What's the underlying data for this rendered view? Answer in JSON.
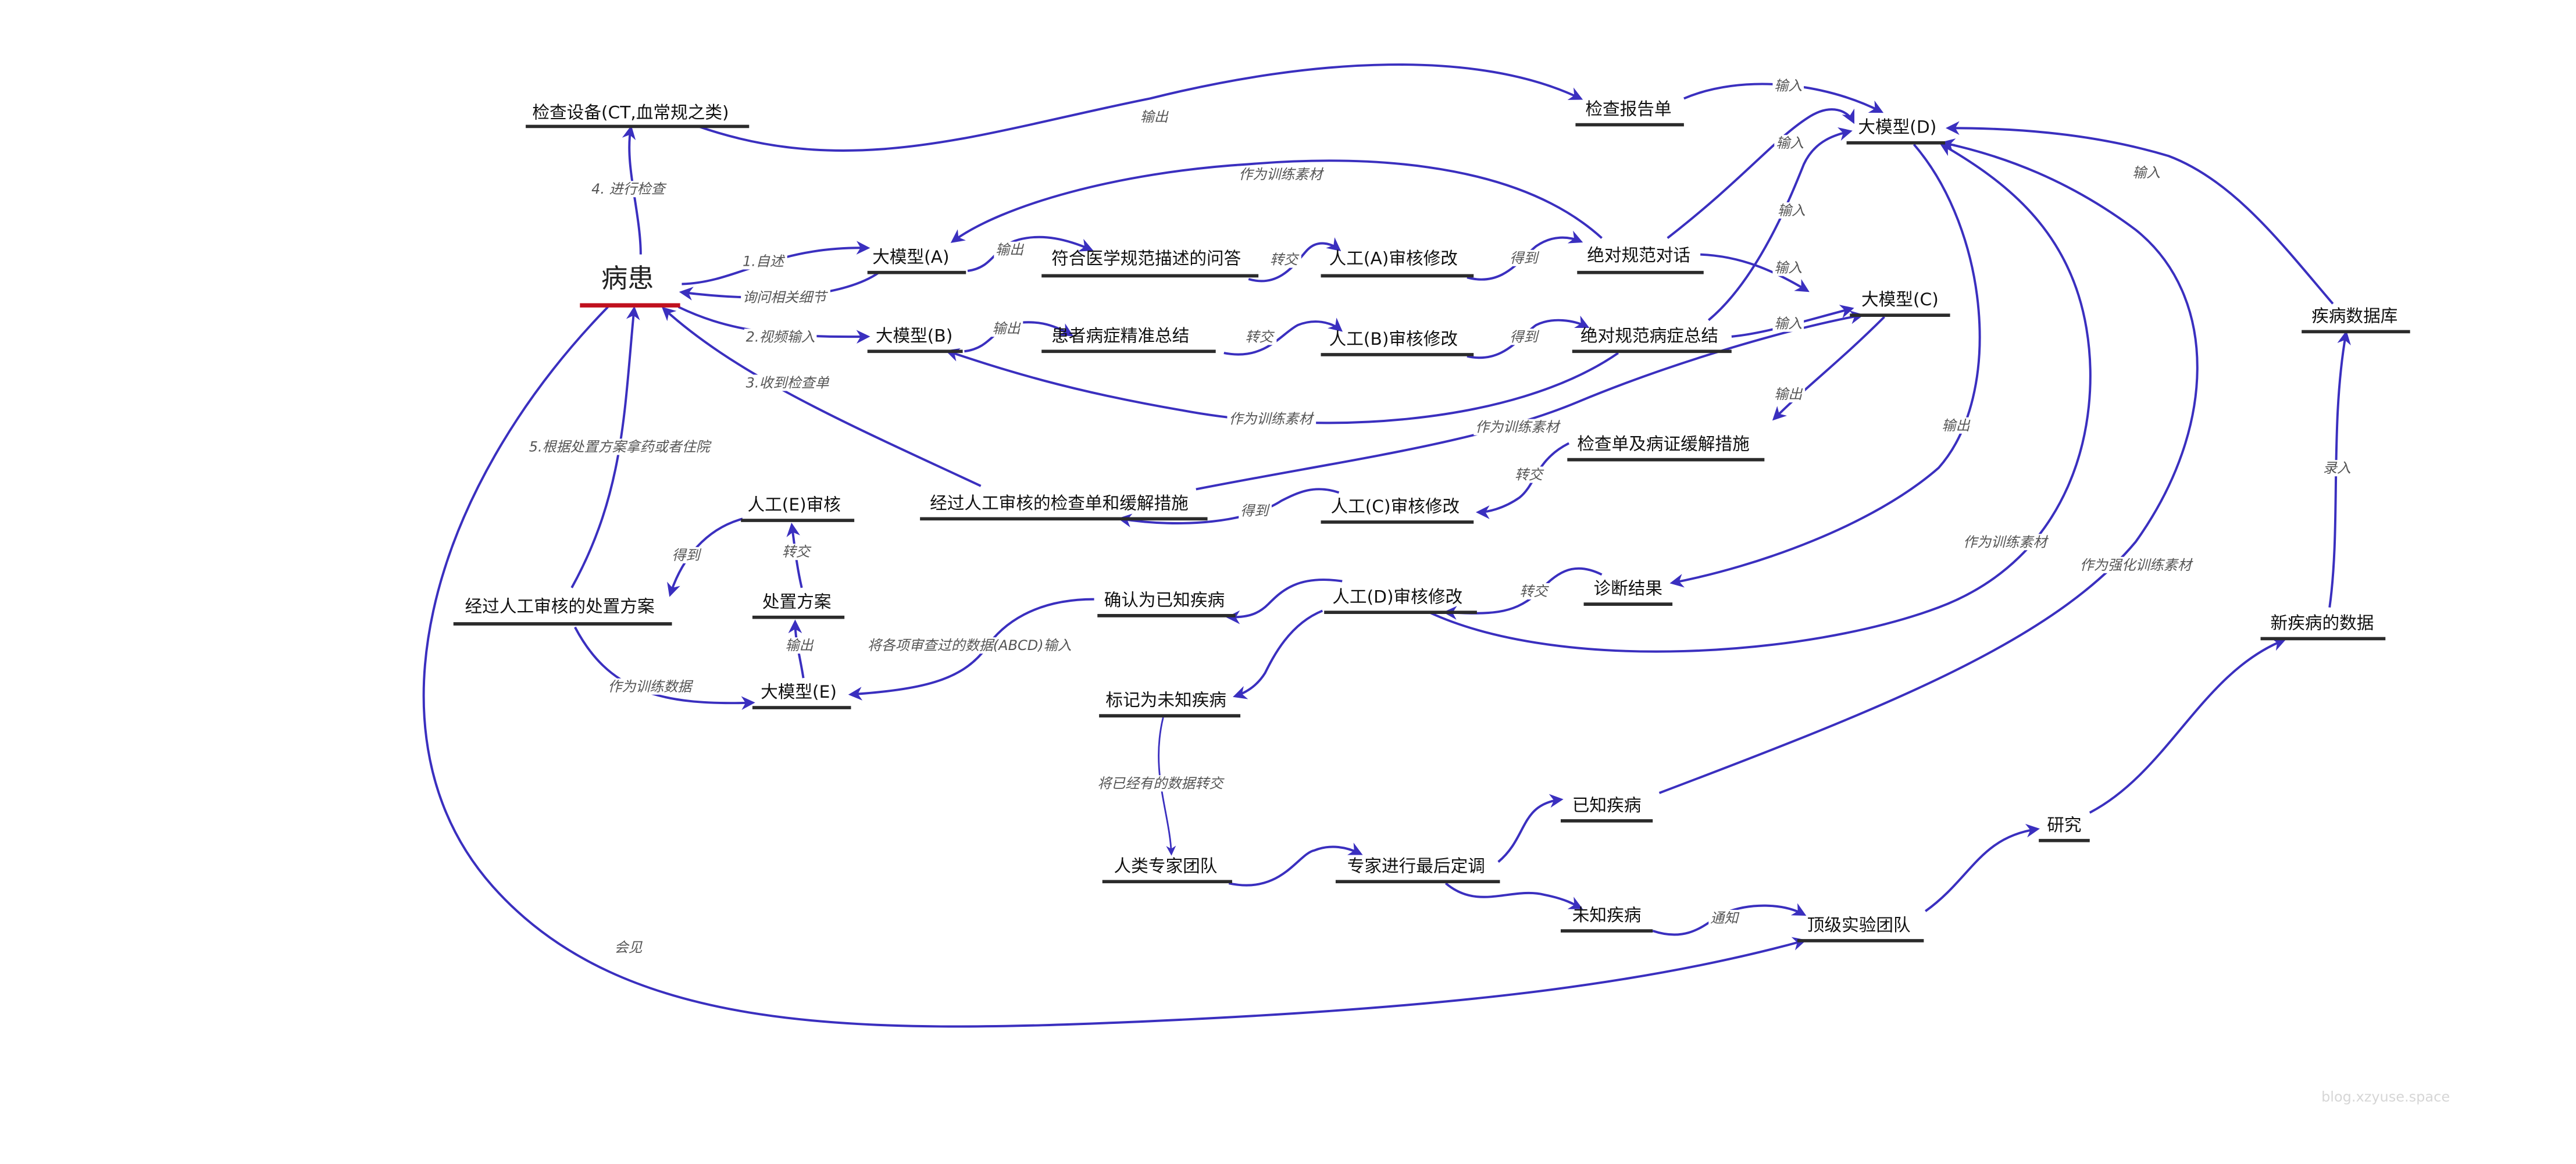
{
  "colors": {
    "edge": "#3a2fbf",
    "underline": "#2b2b2b",
    "patient_underline": "#c0101e",
    "label": "#555555",
    "watermark": "#d6d6d6"
  },
  "nodes": {
    "exam_device": "检查设备(CT,血常规之类)",
    "patient": "病患",
    "model_a": "大模型(A)",
    "qa_standard": "符合医学规范描述的问答",
    "human_a": "人工(A)审核修改",
    "absolute_dialogue": "绝对规范对话",
    "exam_report": "检查报告单",
    "model_d": "大模型(D)",
    "model_c": "大模型(C)",
    "disease_db": "疾病数据库",
    "model_b": "大模型(B)",
    "symptom_summary": "患者病症精准总结",
    "human_b": "人工(B)审核修改",
    "absolute_symptom_summary": "绝对规范病症总结",
    "exam_relief": "检查单及病证缓解措施",
    "reviewed_exam_relief": "经过人工审核的检查单和缓解措施",
    "human_c": "人工(C)审核修改",
    "human_e": "人工(E)审核",
    "treatment_plan": "处置方案",
    "reviewed_treatment_plan": "经过人工审核的处置方案",
    "model_e": "大模型(E)",
    "confirmed_known": "确认为已知疾病",
    "human_d": "人工(D)审核修改",
    "diagnosis": "诊断结果",
    "marked_unknown": "标记为未知疾病",
    "expert_team": "人类专家团队",
    "expert_final": "专家进行最后定调",
    "known_disease": "已知疾病",
    "unknown_disease": "未知疾病",
    "top_lab": "顶级实验团队",
    "research": "研究",
    "new_disease_data": "新疾病的数据"
  },
  "edge_labels": {
    "self_describe": "1.自述",
    "ask_details": "询问相关细节",
    "video_input": "2.视频输入",
    "receive_exam": "3.收到检查单",
    "do_exam": "4. 进行检查",
    "take_medicine": "5.根据处置方案拿药或者住院",
    "device_output": "输出",
    "a_output": "输出",
    "qa_transfer": "转交",
    "a_get": "得到",
    "top_training": "作为训练素材",
    "report_input": "输入",
    "dialogue_input_d": "输入",
    "symptom_input_d": "输入",
    "dialogue_input_c": "输入",
    "symptom_input_c": "输入",
    "db_input": "输入",
    "b_output": "输出",
    "b_transfer": "转交",
    "b_get": "得到",
    "b_training": "作为训练素材",
    "c_training": "作为训练素材",
    "c_output": "输出",
    "c_transfer": "转交",
    "c_get": "得到",
    "e_get": "得到",
    "e_transfer": "转交",
    "e_output": "输出",
    "e_training": "作为训练数据",
    "abcd_input": "将各项审查过的数据(ABCD)输入",
    "d_output": "输出",
    "d_transfer": "转交",
    "d_training": "作为训练素材",
    "reinforce_training": "作为强化训练素材",
    "record": "录入",
    "unknown_transfer": "将已经有的数据转交",
    "notify": "通知",
    "meet": "会见"
  },
  "watermark": "blog.xzyuse.space"
}
